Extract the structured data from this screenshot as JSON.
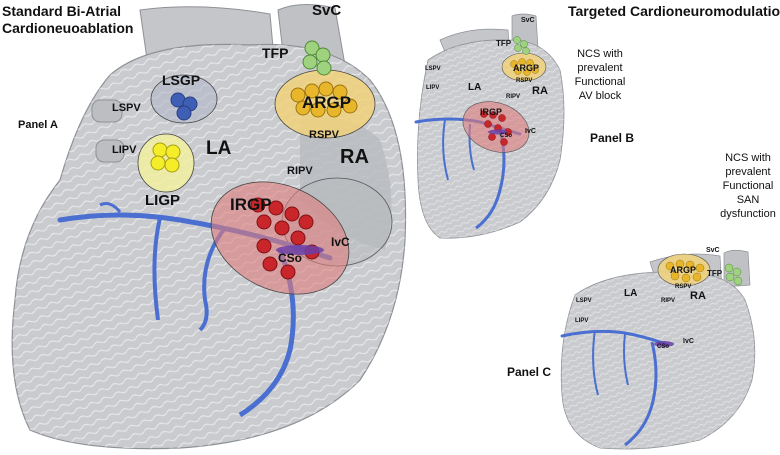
{
  "panel_a": {
    "title_line1": "Standard Bi-Atrial",
    "title_line2": "Cardioneuoablation",
    "label": "Panel A",
    "labels": {
      "svc": "SvC",
      "tfp": "TFP",
      "lsgp": "LSGP",
      "argp": "ARGP",
      "lspv": "LSPV",
      "rspv": "RSPV",
      "lipv": "LIPV",
      "la": "LA",
      "ripv": "RIPV",
      "ra": "RA",
      "ligp": "LIGP",
      "irgp": "IRGP",
      "ivc": "IvC",
      "cso": "CSo"
    }
  },
  "panel_b": {
    "title": "Targeted Cardioneuromodulation",
    "label": "Panel B",
    "note": [
      "NCS with",
      "prevalent",
      "Functional",
      "AV block"
    ],
    "labels": {
      "svc": "SvC",
      "tfp": "TFP",
      "argp": "ARGP",
      "lspv": "LSPV",
      "rspv": "RSPV",
      "lipv": "LIPV",
      "la": "LA",
      "ripv": "RIPV",
      "ra": "RA",
      "irgp": "IRGP",
      "ivc": "IvC",
      "cso": "CSo"
    }
  },
  "panel_c": {
    "label": "Panel C",
    "note": [
      "NCS with",
      "prevalent",
      "Functional",
      "SAN",
      "dysfunction"
    ],
    "labels": {
      "svc": "SvC",
      "tfp": "TFP",
      "argp": "ARGP",
      "lspv": "LSPV",
      "rspv": "RSPV",
      "lipv": "LIPV",
      "la": "LA",
      "ripv": "RIPV",
      "ra": "RA",
      "ivc": "IvC",
      "cso": "CSo"
    }
  },
  "colors": {
    "heart_fill": "#c9cbcf",
    "heart_dark": "#8e9196",
    "vessel": "#4a6fd1",
    "argp_zone": "#f1d27a",
    "irgp_zone": "#e07b7b",
    "tfp_node": "#9fd27f",
    "lsgp_node": "#3f5fb5",
    "ligp_node": "#f5ec2a",
    "irgp_node": "#c8262a",
    "argp_node": "#e8b62a"
  }
}
